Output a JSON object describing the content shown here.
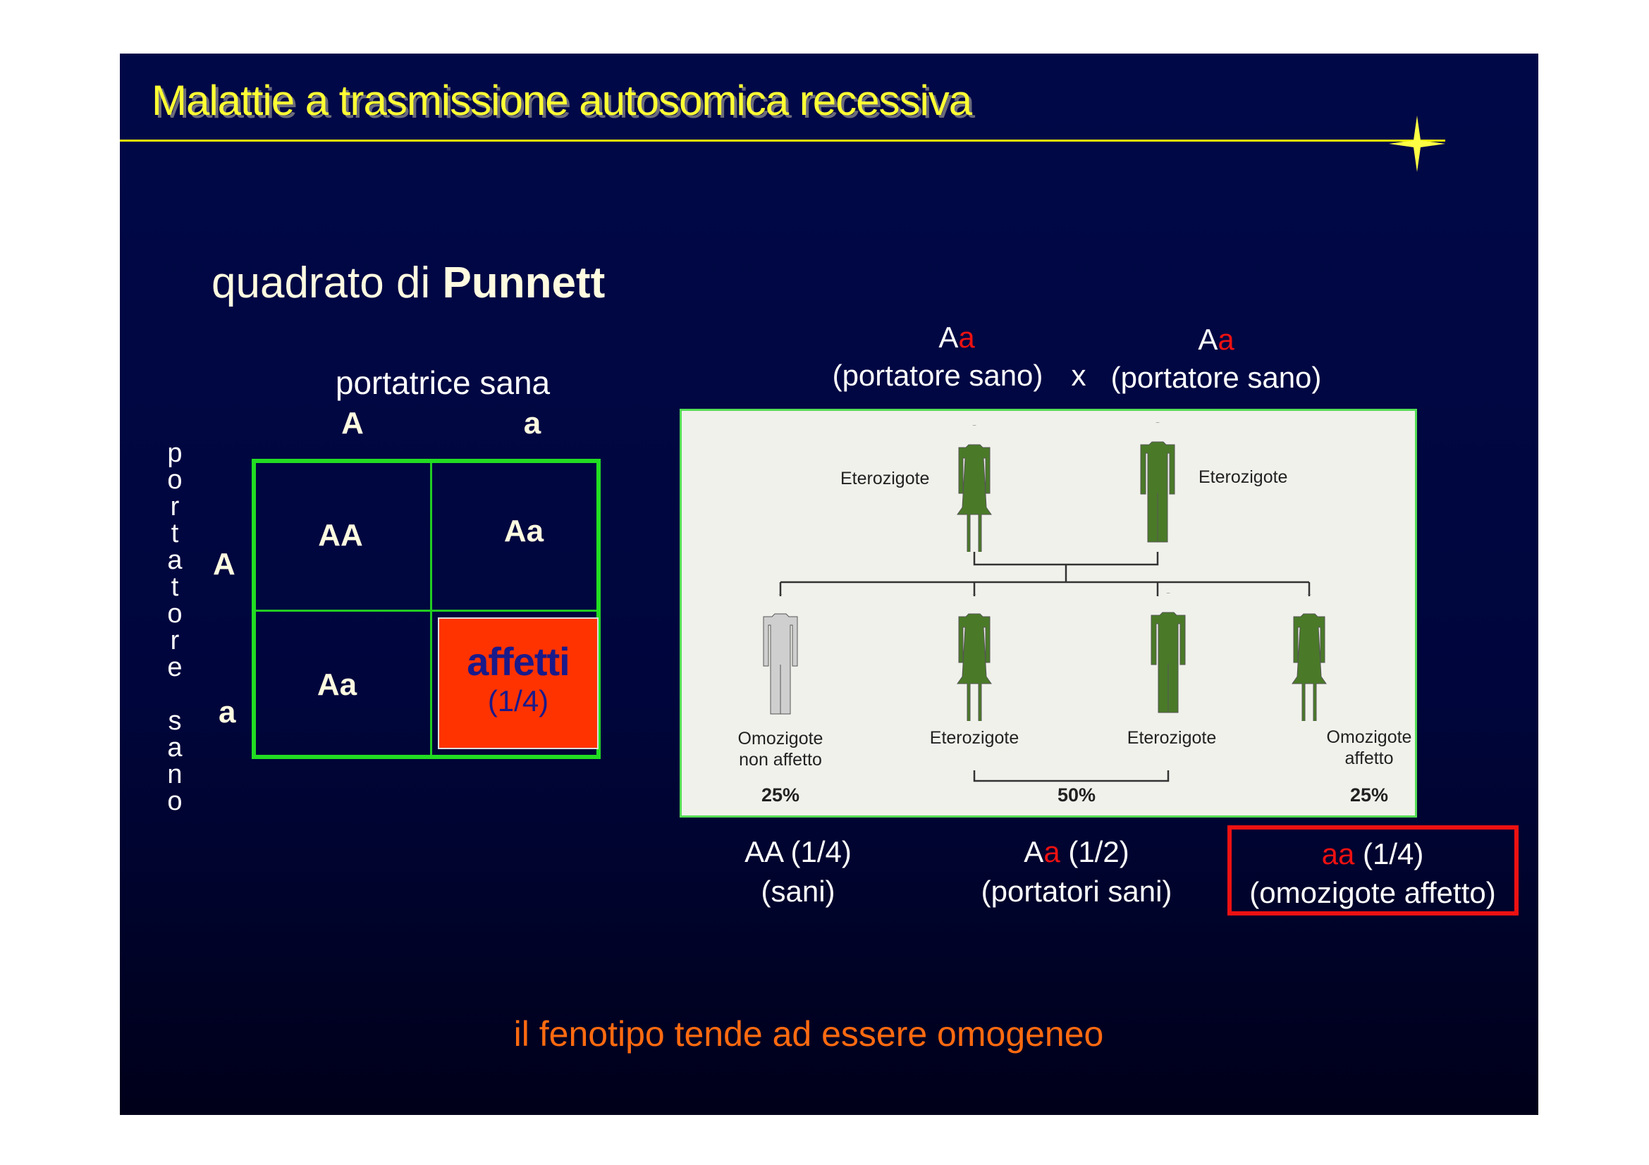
{
  "title": "Malattie a trasmissione autosomica recessiva",
  "subtitle": {
    "normal": "quadrato di ",
    "bold": "Punnett"
  },
  "punnett": {
    "column_header": "portatrice sana",
    "col_alleles": [
      "A",
      "a"
    ],
    "row_header": "portatore sano",
    "row_alleles": [
      "A",
      "a"
    ],
    "cells": [
      "AA",
      "Aa",
      "Aa"
    ],
    "affected_label": "affetti",
    "affected_fraction": "(1/4)"
  },
  "cross": {
    "parent1": {
      "g1": "A",
      "g2": "a",
      "desc": "(portatore sano)"
    },
    "sep": "x",
    "parent2": {
      "g1": "A",
      "g2": "a",
      "desc": "(portatore sano)"
    }
  },
  "figure": {
    "parents": [
      "Eterozigote",
      "Eterozigote"
    ],
    "children": [
      {
        "l1": "Omozigote",
        "l2": "non affetto"
      },
      {
        "l1": "Eterozigote"
      },
      {
        "l1": "Eterozigote"
      },
      {
        "l1": "Omozigote",
        "l2": "affetto"
      }
    ],
    "percents": [
      "25%",
      "50%",
      "25%"
    ]
  },
  "results": [
    {
      "g1": "AA",
      "g2": "",
      "frac": " (1/4)",
      "desc": "(sani)"
    },
    {
      "g1": "A",
      "g2": "a",
      "frac": " (1/2)",
      "desc": "(portatori sani)"
    },
    {
      "g1": "",
      "g2": "aa",
      "frac": " (1/4)",
      "desc": "(omozigote affetto)"
    }
  ],
  "footer": "il fenotipo tende ad essere omogeneo",
  "colors": {
    "title": "#ffff33",
    "recessive": "#ee1111",
    "green": "#22dd22",
    "footer": "#ff6a10"
  }
}
